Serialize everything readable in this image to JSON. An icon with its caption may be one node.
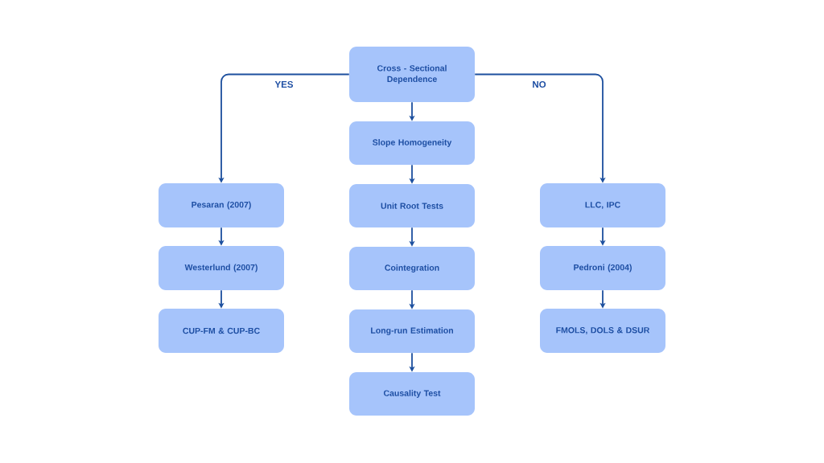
{
  "diagram": {
    "nodes": [
      {
        "text": [
          "Cross - Sectional Dependence"
        ]
      },
      {
        "text": [
          "Slope Homogeneity"
        ]
      },
      {
        "text": [
          "Pesaran (2007)"
        ]
      },
      {
        "text": [
          "Unit Root Tests"
        ]
      },
      {
        "text": [
          "LLC, IPC"
        ]
      },
      {
        "text": [
          "Westerlund (2007)"
        ]
      },
      {
        "text": [
          "Cointegration"
        ]
      },
      {
        "text": [
          "Pedroni (2004)"
        ]
      },
      {
        "text": [
          "CUP-FM & CUP-BC"
        ]
      },
      {
        "text": [
          "Long-run Estimation"
        ]
      },
      {
        "text": [
          "FMOLS, DOLS & DSUR"
        ]
      },
      {
        "text": [
          "Causality Test"
        ]
      }
    ],
    "edges": [
      {
        "from": 0,
        "to": 2,
        "arrow": "to",
        "label": "YES"
      },
      {
        "from": 0,
        "to": 4,
        "arrow": "to",
        "label": "NO"
      },
      {
        "from": 0,
        "to": 1,
        "arrow": "to"
      },
      {
        "from": 1,
        "to": 3,
        "arrow": "to"
      },
      {
        "from": 3,
        "to": 6,
        "arrow": "to"
      },
      {
        "from": 6,
        "to": 9,
        "arrow": "to"
      },
      {
        "from": 9,
        "to": 11,
        "arrow": "to"
      },
      {
        "from": 2,
        "to": 5,
        "arrow": "to"
      },
      {
        "from": 5,
        "to": 8,
        "arrow": "to"
      },
      {
        "from": 4,
        "to": 7,
        "arrow": "to"
      },
      {
        "from": 7,
        "to": 10,
        "arrow": "to"
      }
    ]
  }
}
